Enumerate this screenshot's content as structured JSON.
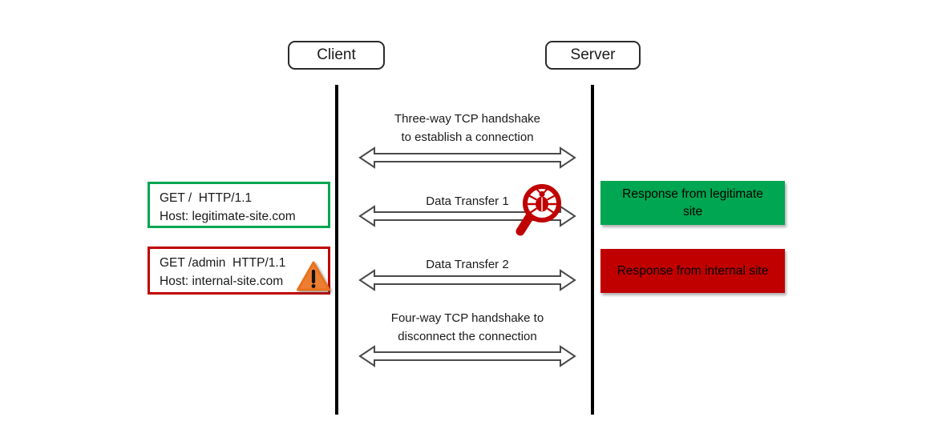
{
  "actors": {
    "client": "Client",
    "server": "Server"
  },
  "messages": [
    {
      "label_line1": "Three-way TCP handshake",
      "label_line2": "to establish a connection"
    },
    {
      "label_line1": "Data Transfer 1",
      "icon": "bug-scanner-magnifier-icon"
    },
    {
      "label_line1": "Data Transfer 2"
    },
    {
      "label_line1": "Four-way TCP handshake to",
      "label_line2": "disconnect the connection"
    }
  ],
  "client_requests": [
    {
      "line1": "GET /  HTTP/1.1",
      "line2": "Host: legitimate-site.com",
      "kind": "legitimate"
    },
    {
      "line1": "GET /admin  HTTP/1.1",
      "line2": "Host: internal-site.com",
      "kind": "suspicious",
      "icon": "warning-triangle-icon"
    }
  ],
  "server_responses": [
    {
      "text": "Response from legitimate site",
      "kind": "legitimate"
    },
    {
      "text": "Response from internal site",
      "kind": "internal"
    }
  ],
  "colors": {
    "green": "#00A651",
    "dark_red": "#C00000",
    "orange": "#ED7D31",
    "arrow_outline": "#4A4A4A",
    "lifeline": "#000000"
  }
}
